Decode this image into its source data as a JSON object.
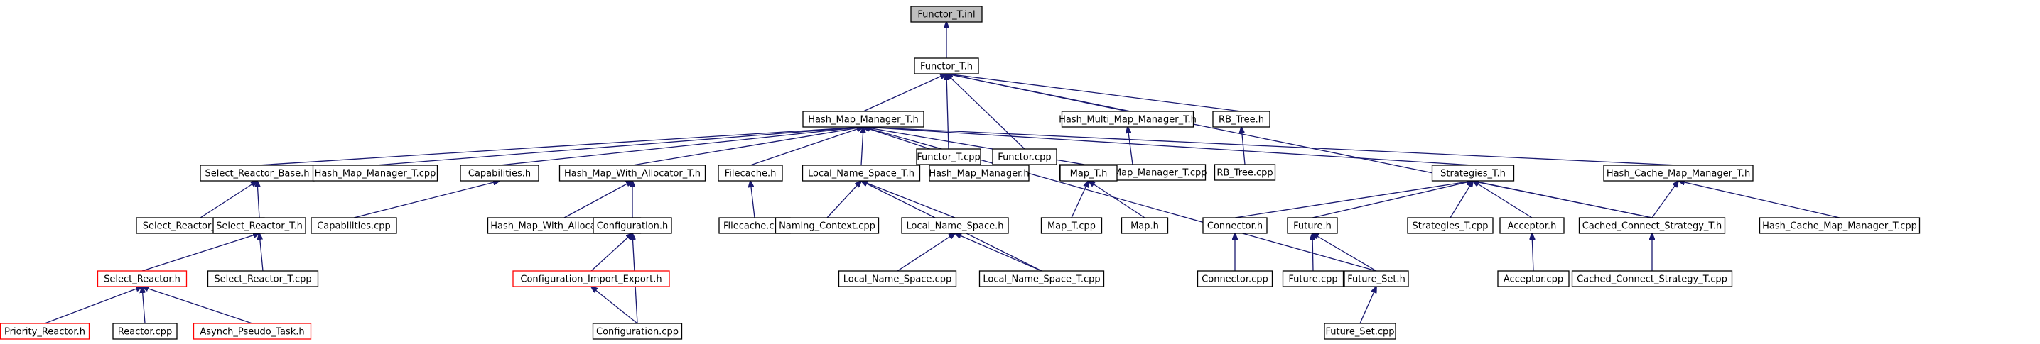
{
  "nodes": [
    {
      "id": "functor_t_inl",
      "label": "Functor_T.inl",
      "style": "root"
    },
    {
      "id": "functor_t_h",
      "label": "Functor_T.h"
    },
    {
      "id": "hmm_t_h",
      "label": "Hash_Map_Manager_T.h"
    },
    {
      "id": "functor_t_cpp",
      "label": "Functor_T.cpp"
    },
    {
      "id": "functor_cpp",
      "label": "Functor.cpp"
    },
    {
      "id": "hmmm_t_h",
      "label": "Hash_Multi_Map_Manager_T.h"
    },
    {
      "id": "rb_tree_h",
      "label": "RB_Tree.h"
    },
    {
      "id": "hmmm_t_cpp",
      "label": "Hash_Multi_Map_Manager_T.cpp"
    },
    {
      "id": "rb_tree_cpp",
      "label": "RB_Tree.cpp"
    },
    {
      "id": "srb_h",
      "label": "Select_Reactor_Base.h"
    },
    {
      "id": "hmm_t_cpp",
      "label": "Hash_Map_Manager_T.cpp"
    },
    {
      "id": "cap_h",
      "label": "Capabilities.h"
    },
    {
      "id": "hmwa_t_h",
      "label": "Hash_Map_With_Allocator_T.h"
    },
    {
      "id": "filecache_h",
      "label": "Filecache.h"
    },
    {
      "id": "lns_t_h",
      "label": "Local_Name_Space_T.h"
    },
    {
      "id": "hmm_h",
      "label": "Hash_Map_Manager.h"
    },
    {
      "id": "map_t_h",
      "label": "Map_T.h"
    },
    {
      "id": "strat_t_h",
      "label": "Strategies_T.h"
    },
    {
      "id": "hcmm_t_h",
      "label": "Hash_Cache_Map_Manager_T.h"
    },
    {
      "id": "srb_cpp",
      "label": "Select_Reactor_Base.cpp"
    },
    {
      "id": "sr_t_h",
      "label": "Select_Reactor_T.h"
    },
    {
      "id": "cap_cpp",
      "label": "Capabilities.cpp"
    },
    {
      "id": "hmwa_t_cpp",
      "label": "Hash_Map_With_Allocator_T.cpp"
    },
    {
      "id": "config_h",
      "label": "Configuration.h"
    },
    {
      "id": "filecache_cpp",
      "label": "Filecache.cpp"
    },
    {
      "id": "naming_ctx_cpp",
      "label": "Naming_Context.cpp"
    },
    {
      "id": "lns_h",
      "label": "Local_Name_Space.h"
    },
    {
      "id": "map_t_cpp",
      "label": "Map_T.cpp"
    },
    {
      "id": "map_h",
      "label": "Map.h"
    },
    {
      "id": "connector_h",
      "label": "Connector.h"
    },
    {
      "id": "future_h",
      "label": "Future.h"
    },
    {
      "id": "strat_t_cpp",
      "label": "Strategies_T.cpp"
    },
    {
      "id": "acceptor_h",
      "label": "Acceptor.h"
    },
    {
      "id": "ccs_t_h",
      "label": "Cached_Connect_Strategy_T.h"
    },
    {
      "id": "hcmm_t_cpp",
      "label": "Hash_Cache_Map_Manager_T.cpp"
    },
    {
      "id": "sr_h",
      "label": "Select_Reactor.h",
      "style": "red"
    },
    {
      "id": "sr_t_cpp",
      "label": "Select_Reactor_T.cpp"
    },
    {
      "id": "cie_h",
      "label": "Configuration_Import_Export.h",
      "style": "red"
    },
    {
      "id": "lns_cpp",
      "label": "Local_Name_Space.cpp"
    },
    {
      "id": "lns_t_cpp",
      "label": "Local_Name_Space_T.cpp"
    },
    {
      "id": "connector_cpp",
      "label": "Connector.cpp"
    },
    {
      "id": "future_cpp",
      "label": "Future.cpp"
    },
    {
      "id": "future_set_h",
      "label": "Future_Set.h"
    },
    {
      "id": "acceptor_cpp",
      "label": "Acceptor.cpp"
    },
    {
      "id": "ccs_t_cpp",
      "label": "Cached_Connect_Strategy_T.cpp"
    },
    {
      "id": "priority_reactor_h",
      "label": "Priority_Reactor.h",
      "style": "red"
    },
    {
      "id": "reactor_cpp",
      "label": "Reactor.cpp"
    },
    {
      "id": "apt_h",
      "label": "Asynch_Pseudo_Task.h",
      "style": "red"
    },
    {
      "id": "config_cpp",
      "label": "Configuration.cpp"
    },
    {
      "id": "future_set_cpp",
      "label": "Future_Set.cpp"
    }
  ],
  "edges": [
    [
      "functor_t_h",
      "functor_t_inl"
    ],
    [
      "hmm_t_h",
      "functor_t_h"
    ],
    [
      "functor_t_cpp",
      "functor_t_h"
    ],
    [
      "functor_cpp",
      "functor_t_h"
    ],
    [
      "hmmm_t_h",
      "functor_t_h"
    ],
    [
      "rb_tree_h",
      "functor_t_h"
    ],
    [
      "ccs_t_h",
      "functor_t_h"
    ],
    [
      "hmmm_t_cpp",
      "hmmm_t_h"
    ],
    [
      "rb_tree_cpp",
      "rb_tree_h"
    ],
    [
      "srb_h",
      "hmm_t_h"
    ],
    [
      "hmm_t_cpp",
      "hmm_t_h"
    ],
    [
      "cap_h",
      "hmm_t_h"
    ],
    [
      "hmwa_t_h",
      "hmm_t_h"
    ],
    [
      "filecache_h",
      "hmm_t_h"
    ],
    [
      "lns_t_h",
      "hmm_t_h"
    ],
    [
      "hmm_h",
      "hmm_t_h"
    ],
    [
      "map_t_h",
      "hmm_t_h"
    ],
    [
      "strat_t_h",
      "hmm_t_h"
    ],
    [
      "hcmm_t_h",
      "hmm_t_h"
    ],
    [
      "future_set_h",
      "hmm_t_h"
    ],
    [
      "srb_cpp",
      "srb_h"
    ],
    [
      "sr_t_h",
      "srb_h"
    ],
    [
      "cap_cpp",
      "cap_h"
    ],
    [
      "hmwa_t_cpp",
      "hmwa_t_h"
    ],
    [
      "config_h",
      "hmwa_t_h"
    ],
    [
      "filecache_cpp",
      "filecache_h"
    ],
    [
      "naming_ctx_cpp",
      "lns_t_h"
    ],
    [
      "lns_h",
      "lns_t_h"
    ],
    [
      "lns_t_cpp",
      "lns_t_h"
    ],
    [
      "map_t_cpp",
      "map_t_h"
    ],
    [
      "map_h",
      "map_t_h"
    ],
    [
      "connector_h",
      "strat_t_h"
    ],
    [
      "future_h",
      "strat_t_h"
    ],
    [
      "strat_t_cpp",
      "strat_t_h"
    ],
    [
      "acceptor_h",
      "strat_t_h"
    ],
    [
      "ccs_t_h",
      "strat_t_h"
    ],
    [
      "hcmm_t_cpp",
      "hcmm_t_h"
    ],
    [
      "ccs_t_h",
      "hcmm_t_h"
    ],
    [
      "sr_h",
      "sr_t_h"
    ],
    [
      "sr_t_cpp",
      "sr_t_h"
    ],
    [
      "cie_h",
      "config_h"
    ],
    [
      "config_cpp",
      "config_h"
    ],
    [
      "lns_cpp",
      "lns_h"
    ],
    [
      "lns_t_cpp",
      "lns_h"
    ],
    [
      "connector_cpp",
      "connector_h"
    ],
    [
      "future_cpp",
      "future_h"
    ],
    [
      "future_set_h",
      "future_h"
    ],
    [
      "acceptor_cpp",
      "acceptor_h"
    ],
    [
      "ccs_t_cpp",
      "ccs_t_h"
    ],
    [
      "priority_reactor_h",
      "sr_h"
    ],
    [
      "reactor_cpp",
      "sr_h"
    ],
    [
      "apt_h",
      "sr_h"
    ],
    [
      "config_cpp",
      "cie_h"
    ],
    [
      "future_set_cpp",
      "future_set_h"
    ]
  ]
}
